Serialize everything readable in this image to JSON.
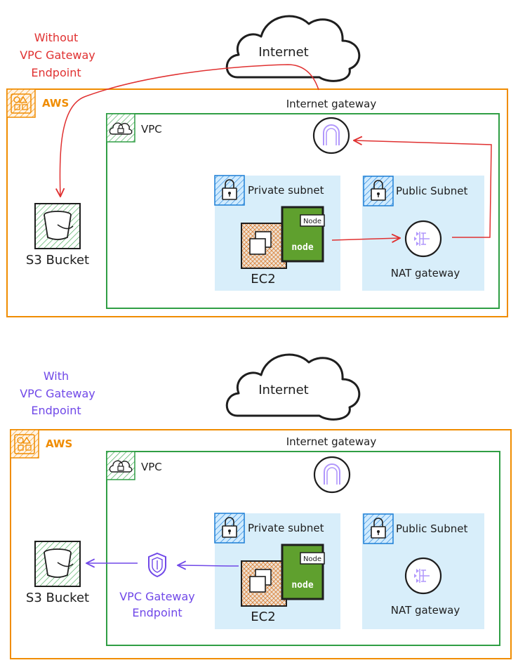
{
  "colors": {
    "aws_border": "#f08c00",
    "vpc_border": "#2f9e44",
    "subnet_fill": "#d8eefa",
    "red_arrow": "#e03131",
    "purple_arrow": "#7048e8",
    "node_green": "#5fa02e",
    "ec2_fill": "#e9d5c5"
  },
  "icons": [
    "cloud-icon",
    "aws-group-icon",
    "vpc-cloud-lock-icon",
    "padlock-icon",
    "internet-gateway-icon",
    "nat-gateway-icon",
    "s3-bucket-icon",
    "ec2-instance-icon",
    "nodejs-icon",
    "vpc-endpoint-shield-icon"
  ],
  "top": {
    "title_lines": [
      "Without",
      "VPC Gateway",
      "Endpoint"
    ],
    "internet": "Internet",
    "aws": "AWS",
    "vpc": "VPC",
    "internet_gateway": "Internet gateway",
    "private_subnet": "Private subnet",
    "public_subnet": "Public Subnet",
    "node": "Node",
    "node_logo": "node",
    "ec2": "EC2",
    "nat_gateway": "NAT gateway",
    "s3_bucket": "S3 Bucket"
  },
  "bottom": {
    "title_lines": [
      "With",
      "VPC Gateway",
      "Endpoint"
    ],
    "internet": "Internet",
    "aws": "AWS",
    "vpc": "VPC",
    "internet_gateway": "Internet gateway",
    "private_subnet": "Private subnet",
    "public_subnet": "Public Subnet",
    "node": "Node",
    "node_logo": "node",
    "ec2": "EC2",
    "nat_gateway": "NAT gateway",
    "s3_bucket": "S3 Bucket",
    "endpoint_lines": [
      "VPC Gateway",
      "Endpoint"
    ]
  }
}
